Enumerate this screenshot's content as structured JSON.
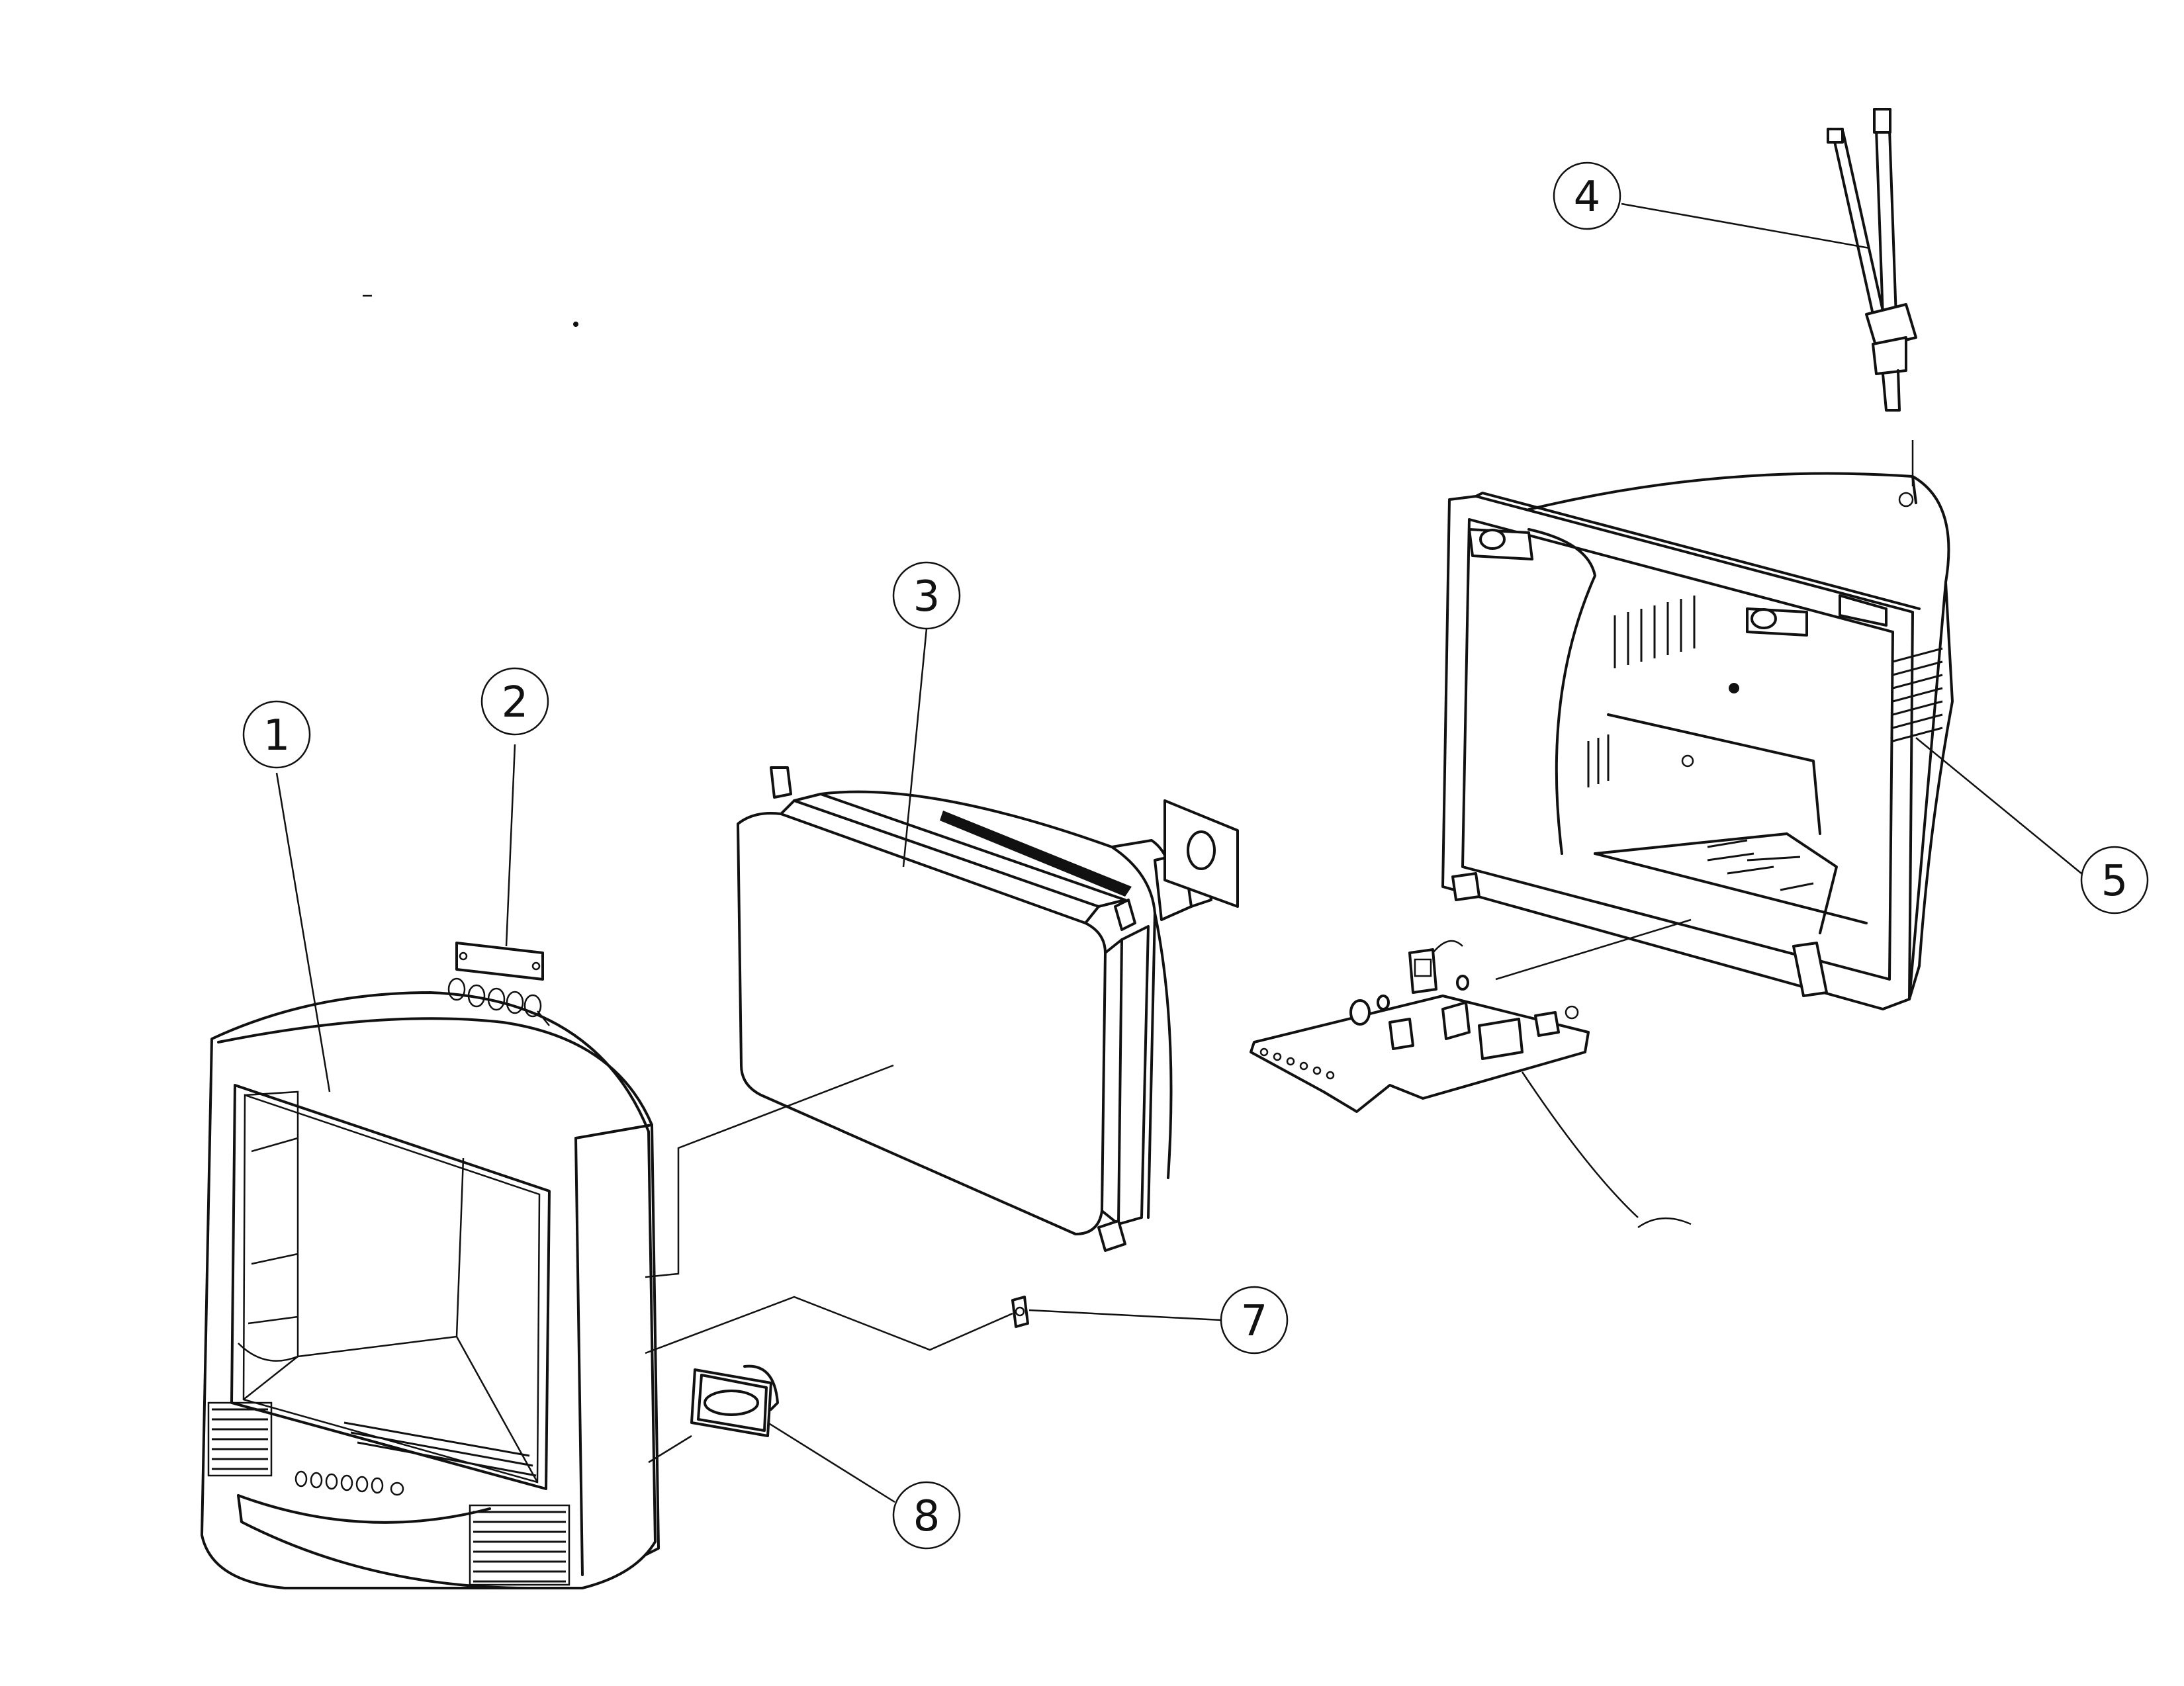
{
  "diagram": {
    "callouts": [
      {
        "id": "c1",
        "label": "1",
        "part": "front-cabinet"
      },
      {
        "id": "c2",
        "label": "2",
        "part": "control-button-bracket"
      },
      {
        "id": "c3",
        "label": "3",
        "part": "picture-tube"
      },
      {
        "id": "c4",
        "label": "4",
        "part": "telescopic-antenna"
      },
      {
        "id": "c5",
        "label": "5",
        "part": "back-cabinet"
      },
      {
        "id": "c6",
        "label": "",
        "part": "main-circuit-board"
      },
      {
        "id": "c7",
        "label": "7",
        "part": "small-clip"
      },
      {
        "id": "c8",
        "label": "8",
        "part": "speaker"
      }
    ]
  }
}
